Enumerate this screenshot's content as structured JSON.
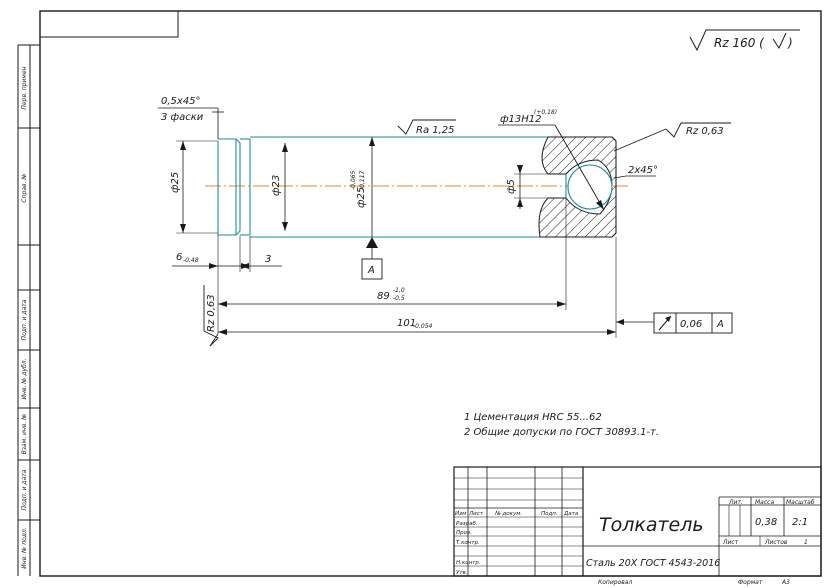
{
  "drawing": {
    "surface_finish_general": "Rz 160 (",
    "surface_finish_general_tail": ")",
    "chamfer_note": "0,5x45°",
    "chamfer_note_sub": "3 фаски",
    "roughness_ra": "Ra 1,25",
    "roughness_rz_right": "Rz 0,63",
    "roughness_rz_left": "Rz 0,63",
    "hole_dim": "ф13H12",
    "hole_tol": "(+0,18)",
    "chamfer_right": "2x45°",
    "dim_d25": "ф25",
    "dim_d23": "ф23",
    "dim_d25_tol_main": "ф25",
    "dim_d25_tol_up": "-0,065",
    "dim_d25_tol_low": "-0,117",
    "dim_d5": "ф5",
    "dim_6": "6",
    "dim_6_tol": "-0,48",
    "dim_3": "3",
    "dim_89": "89",
    "dim_89_up": "-1,0",
    "dim_89_low": "-0,5",
    "dim_101": "101",
    "dim_101_tol": "-0,054",
    "datum": "A",
    "runout_value": "0,06",
    "runout_datum": "A",
    "notes": [
      "1 Цементация HRC 55...62",
      "2  Общие допуски по ГОСТ 30893.1-т."
    ]
  },
  "left_strip": [
    "Перв. примен",
    "Справ. №",
    "Подп. и дата",
    "Инв. № дубл.",
    "Взам. инв. №",
    "Подп. и дата",
    "Инв. № подл."
  ],
  "title_block": {
    "part_name": "Толкатель",
    "material": "Сталь  20Х ГОСТ 4543-2016",
    "col_headers": [
      "Изм",
      "Лист",
      "№ докум.",
      "Подп.",
      "Дата"
    ],
    "row_labels": [
      "Разраб.",
      "Пров.",
      "Т.контр.",
      "Н.контр.",
      "Утв."
    ],
    "lit_label": "Лит.",
    "mass_label": "Масса",
    "scale_label": "Масштаб",
    "mass_value": "0,38",
    "scale_value": "2:1",
    "sheet_label": "Лист",
    "sheets_label": "Листов",
    "sheets_value": "1",
    "copied": "Копировал",
    "format_label": "Формат",
    "format_value": "A3"
  }
}
